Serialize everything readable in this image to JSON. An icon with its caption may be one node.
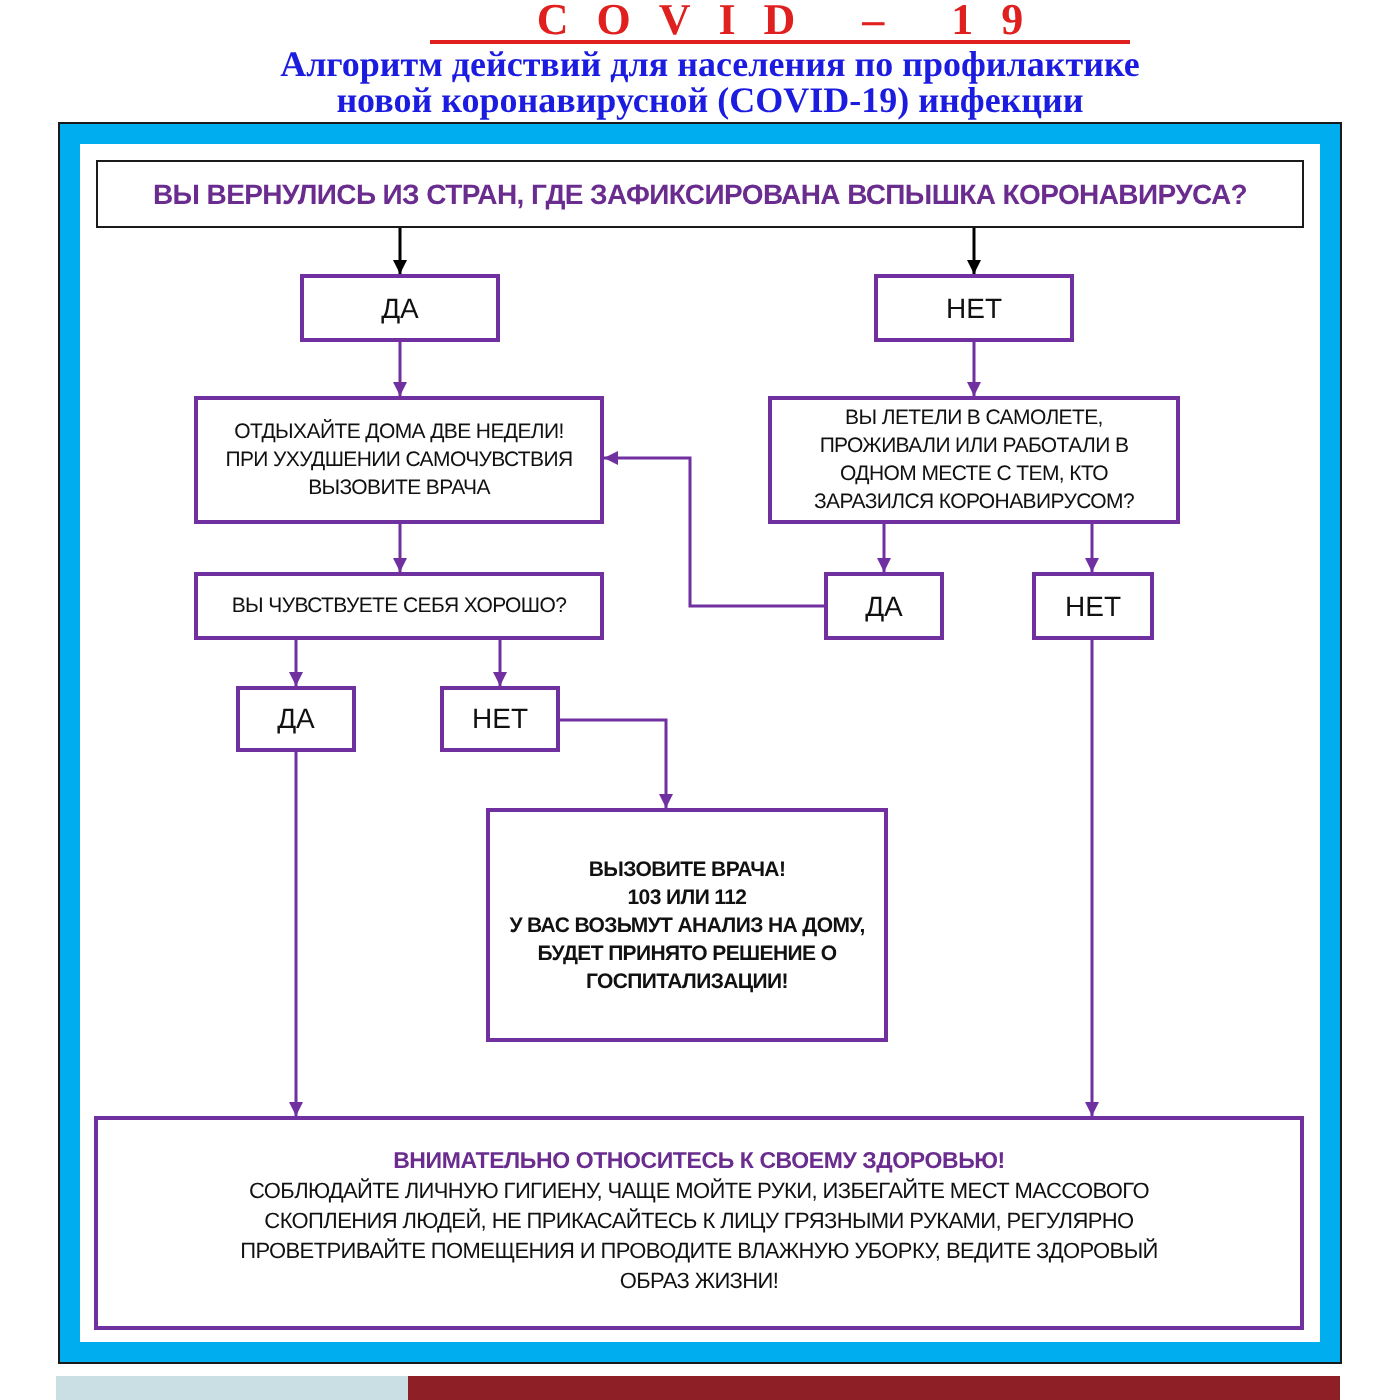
{
  "diagram": {
    "title": "COVID – 19",
    "nodes": [
      {
        "text": [
          "ВЫ ВЕРНУЛИСЬ ИЗ СТРАН, ГДЕ ЗАФИКСИРОВАНА ВСПЫШКА КОРОНАВИРУСА?"
        ]
      },
      {
        "text": [
          "ДА"
        ]
      },
      {
        "text": [
          "НЕТ"
        ]
      },
      {
        "text": [
          "ОТДЫХАЙТЕ ДОМА ДВЕ НЕДЕЛИ! ПРИ УХУДШЕНИИ САМОЧУВСТВИЯ ВЫЗОВИТЕ ВРАЧА"
        ]
      },
      {
        "text": [
          "ВЫ ЛЕТЕЛИ В САМОЛЕТЕ, ПРОЖИВАЛИ ИЛИ РАБОТАЛИ В ОДНОМ МЕСТЕ С ТЕМ, КТО ЗАРАЗИЛСЯ КОРОНАВИРУСОМ?"
        ]
      },
      {
        "text": [
          "ВЫ ЧУВСТВУЕТЕ СЕБЯ ХОРОШО?"
        ]
      },
      {
        "text": [
          "ДА"
        ]
      },
      {
        "text": [
          "НЕТ"
        ]
      },
      {
        "text": [
          "ДА"
        ]
      },
      {
        "text": [
          "НЕТ"
        ]
      },
      {
        "text": [
          "ВЫЗОВИТЕ ВРАЧА!",
          "103 ИЛИ 112",
          "У ВАС ВОЗЬМУТ АНАЛИЗ НА ДОМУ, БУДЕТ ПРИНЯТО РЕШЕНИЕ О ГОСПИТАЛИЗАЦИИ!"
        ]
      },
      {
        "text": [
          "ВНИМАТЕЛЬНО ОТНОСИТЕСЬ К СВОЕМУ ЗДОРОВЬЮ!",
          "СОБЛЮДАЙТЕ ЛИЧНУЮ ГИГИЕНУ, ЧАЩЕ МОЙТЕ РУКИ, ИЗБЕГАЙТЕ МЕСТ МАССОВОГО СКОПЛЕНИЯ ЛЮДЕЙ, НЕ ПРИКАСАЙТЕСЬ К ЛИЦУ ГРЯЗНЫМИ РУКАМИ, РЕГУЛЯРНО ПРОВЕТРИВАЙТЕ ПОМЕЩЕНИЯ И ПРОВОДИТЕ ВЛАЖНУЮ УБОРКУ, ВЕДИТЕ ЗДОРОВЫЙ ОБРАЗ ЖИЗНИ!"
        ]
      }
    ],
    "edges": [
      {
        "from": 0,
        "to": 1,
        "arrow": "to",
        "color": "#000000"
      },
      {
        "from": 0,
        "to": 2,
        "arrow": "to",
        "color": "#000000"
      },
      {
        "from": 1,
        "to": 3,
        "arrow": "to"
      },
      {
        "from": 2,
        "to": 4,
        "arrow": "to"
      },
      {
        "from": 3,
        "to": 5,
        "arrow": "to"
      },
      {
        "from": 4,
        "to": 6,
        "arrow": "to"
      },
      {
        "from": 4,
        "to": 7,
        "arrow": "to"
      },
      {
        "from": 6,
        "to": 3,
        "arrow": "to"
      },
      {
        "from": 5,
        "to": 8,
        "arrow": "to"
      },
      {
        "from": 5,
        "to": 9,
        "arrow": "to"
      },
      {
        "from": 9,
        "to": 10,
        "arrow": "to"
      },
      {
        "from": 8,
        "to": 11,
        "arrow": "to"
      },
      {
        "from": 7,
        "to": 11,
        "arrow": "to"
      }
    ],
    "labels": [
      "Алгоритм действий для населения по профилактике новой коронавирусной (COVID-19) инфекции"
    ]
  }
}
